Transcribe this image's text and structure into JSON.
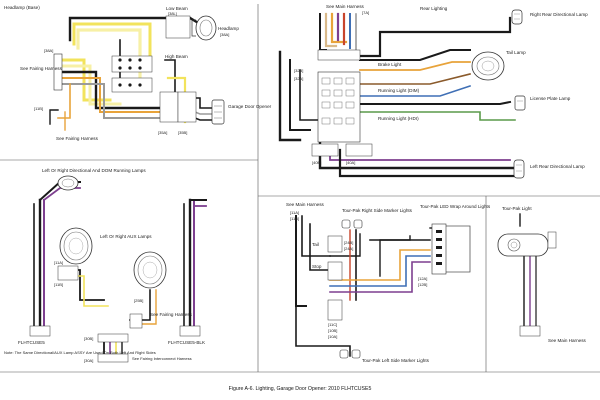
{
  "figure_caption": "Figure A-6. Lighting, Garage Door Opener: 2010 FLHTCUSE5",
  "colors": {
    "black": "#1a1a1a",
    "yellow": "#f2e35c",
    "yellow_light": "#f7f0a6",
    "orange": "#e8a33a",
    "red": "#c8442b",
    "purple": "#7d3f8f",
    "blue": "#3f6fb5",
    "brown": "#8a5a2b",
    "gray": "#9a9a9a",
    "tan": "#d9b98a",
    "green": "#5a9a4a",
    "white_wire": "#ffffff",
    "outline": "#333333"
  },
  "panels": {
    "headlamp": {
      "title": "Headlamp (Base)",
      "low_beam": "Low Beam",
      "low_beam_conn": "[38L]",
      "headlamp": "Headlamp",
      "headlamp_conn": "[38A]",
      "high_beam": "High Beam",
      "conn_38a": "[38A]",
      "see_fairing": "See Fairing Harness",
      "conn_11b": "[11B]",
      "garage": "Garage Door Opener",
      "conn_35a": "[35A]",
      "conn_35b": "[35B]",
      "see_fairing_harness": "See Fairing Harness"
    },
    "rear": {
      "see_main_harness": "See Main Harness",
      "conn_a": "[7A]",
      "rear_lighting": "Rear Lighting",
      "right_rear": "Right Rear Directional Lamp",
      "tail_lamp": "Tail Lamp",
      "brake_light": "Brake Light",
      "running_light_dim": "Running Light (DIM)",
      "running_light_hdi": "Running Light (HDI)",
      "license_plate": "License Plate Lamp",
      "left_rear": "Left Rear Directional Lamp",
      "conn_40b": "[40B]",
      "conn_40a": "[40A]",
      "conn_32b": "[32B]",
      "conn_32a": "[32A]"
    },
    "front": {
      "left_right_dir": "Left Or Right Directional And DOM Running Lamps",
      "left_right_aux": "Left Or Right AUX Lamps",
      "conn_11a": "[11A]",
      "conn_11b": "[11B]",
      "conn_25b": "[25B]",
      "see_fairing": "See Fairing Harness",
      "flhtcuse5": "FLHTCUSE5",
      "flhtcuse5_blk": "FLHTCUSE5-BLK",
      "note": "Note: The Same Directional/AUX Lamp ASSY Are Used On Both Left And Right Sides",
      "conn_30b": "[30B]",
      "conn_30a": "[30A]",
      "see_interconnect": "See Fairing Interconnect Harness"
    },
    "tourpak": {
      "see_main_harness": "See Main Harness",
      "conn_11a": "[11A]",
      "conn_11b": "[11B]",
      "tour_pak_right": "Tour-Pak Right Side Marker Lights",
      "tour_pak_led": "Tour-Pak LED Wrap Around Lights",
      "tail": "Tail",
      "stop": "Stop",
      "conn_24b": "[24B]",
      "conn_24a": "[24A]",
      "conn_12a": "[12A]",
      "conn_12b": "[12B]",
      "conn_11c": "[11C]",
      "conn_10b": "[10B]",
      "conn_10a": "[10A]",
      "tour_pak_left": "Tour-Pak Left Side Marker Lights"
    },
    "tourlight": {
      "title": "Tour-Pak Light",
      "see_main": "See Main Harness"
    }
  }
}
